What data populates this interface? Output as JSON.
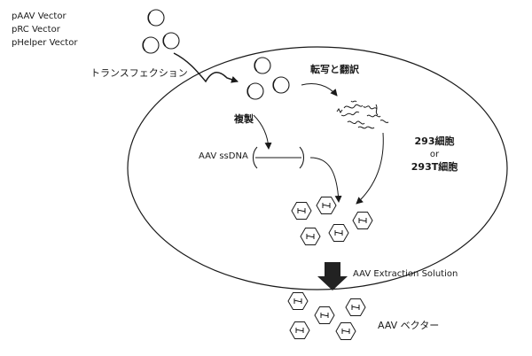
{
  "vectors": [
    "pAAV Vector",
    "pRC Vector",
    "pHelper Vector"
  ],
  "labels": {
    "transfection": "トランスフェクション",
    "transcription_translation": "転写と翻訳",
    "replication": "複製",
    "aav_ssdna": "AAV ssDNA",
    "cell_line_1": "293細胞",
    "cell_line_or": "or",
    "cell_line_2": "293T細胞",
    "extraction": "AAV Extraction Solution",
    "aav_vector": "AAV ベクター"
  },
  "colors": {
    "line": "#1a1a1a",
    "arrow_fill": "#222222",
    "background": "#ffffff"
  }
}
